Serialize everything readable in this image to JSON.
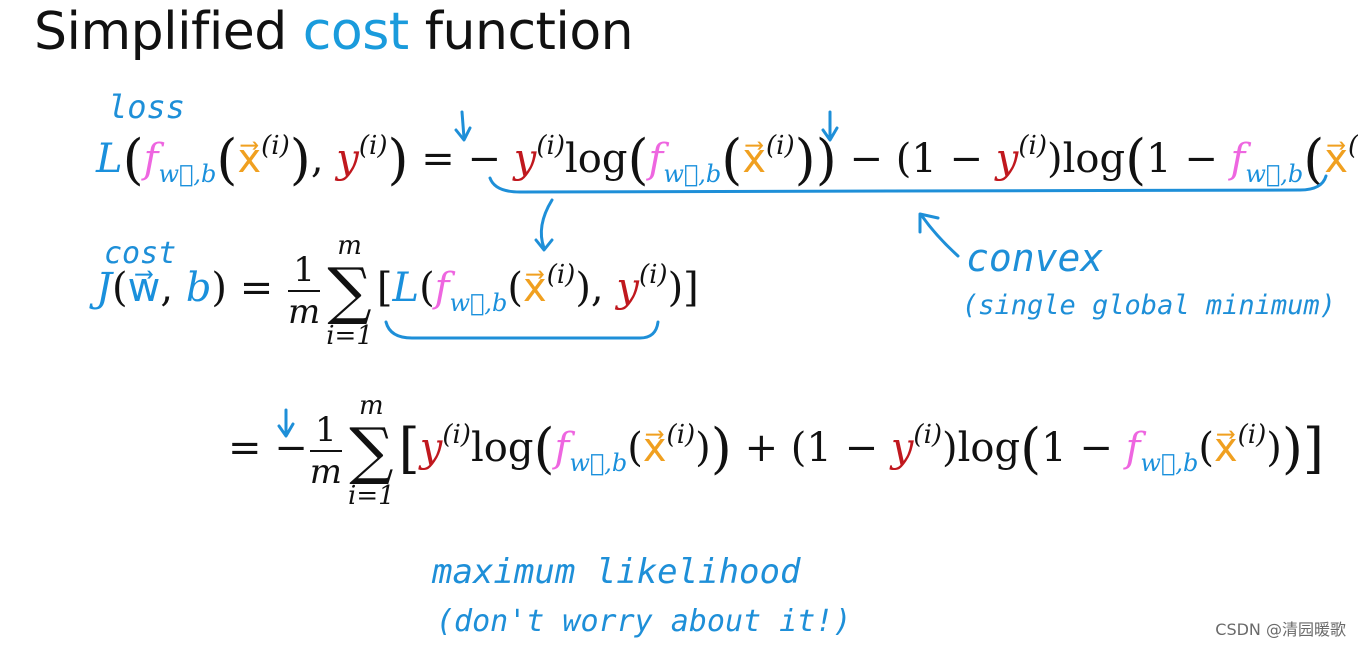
{
  "title": {
    "part1": "Simplified ",
    "accent": "cost",
    "part2": " function"
  },
  "annotations": {
    "loss": "loss",
    "cost": "cost",
    "convex": "convex",
    "single_global_min": "(single global minimum)",
    "max_likelihood": "maximum likelihood",
    "dont_worry": "(don't worry about it!)"
  },
  "eq": {
    "L": "L",
    "J": "J",
    "f": "f",
    "wb": "w⃗,b",
    "x": "x⃗",
    "y": "y",
    "i": "(i)",
    "log": "log",
    "one": "1",
    "m": "m",
    "i_eq_1": "i=1",
    "equals": "=",
    "minus": "−",
    "plus": "+",
    "sigma": "∑",
    "w_vec": "w⃗",
    "b": "b"
  },
  "colors": {
    "accent": "#1a9bdc",
    "f": "#ee66e0",
    "x": "#f0a020",
    "y": "#c0181e",
    "ink": "#1e8fd8"
  },
  "watermark": "CSDN @清园暖歌"
}
